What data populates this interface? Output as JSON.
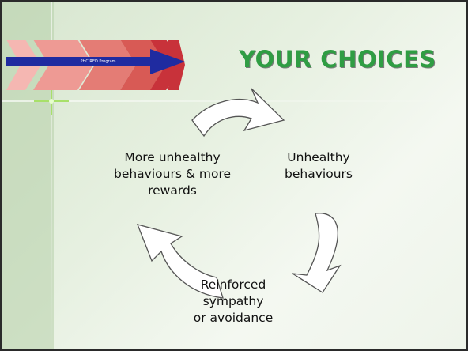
{
  "slide": {
    "title": "YOUR CHOICES",
    "logo_text": "PHC RED Program"
  },
  "cycle": {
    "steps": [
      "Unhealthy behaviours",
      "Reinforced sympathy or avoidance",
      "More unhealthy behaviours & more rewards"
    ],
    "labels": {
      "right": "Unhealthy\nbehaviours",
      "bottom": "Reinforced\nsympathy\nor avoidance",
      "left": "More unhealthy\nbehaviours & more\nrewards"
    }
  },
  "colors": {
    "title": "#2f9d43",
    "arrow_fill": "#ffffff",
    "arrow_stroke": "#555555",
    "banner_red": "#c8323a",
    "banner_blue": "#1f2ba0",
    "background_green": "#d7e6cf"
  }
}
